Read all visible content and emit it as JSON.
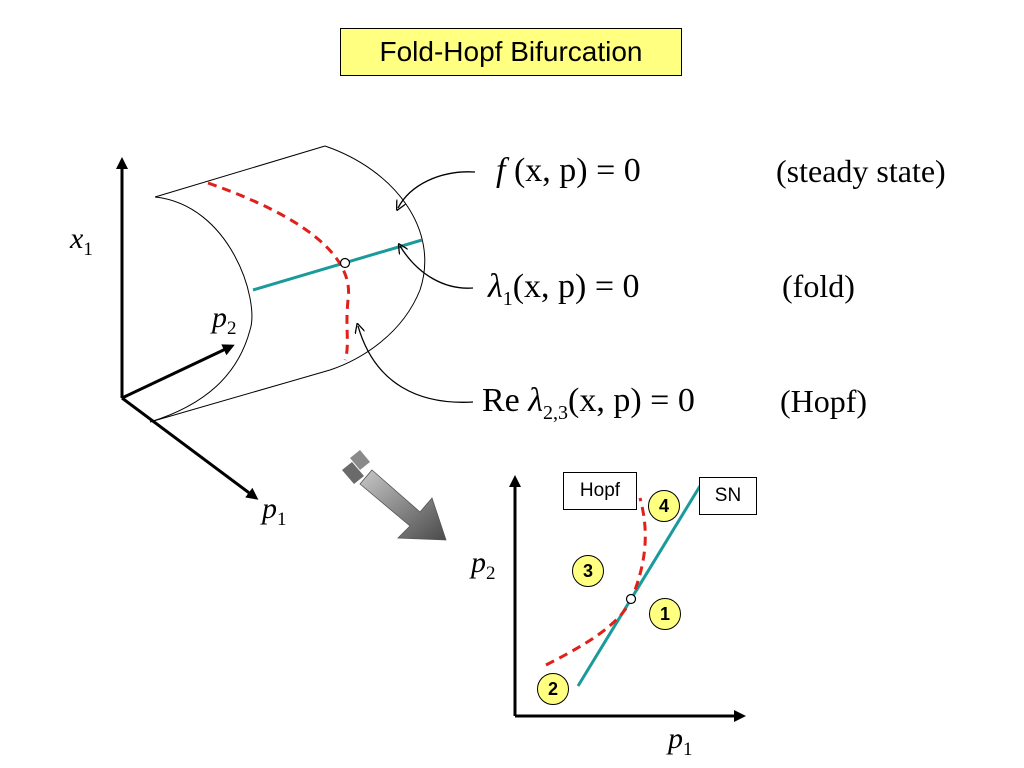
{
  "title": "Fold-Hopf Bifurcation",
  "surface_plot": {
    "axes": {
      "x1": {
        "var": "x",
        "sub": "1"
      },
      "p2": {
        "var": "p",
        "sub": "2"
      },
      "p1": {
        "var": "p",
        "sub": "1"
      }
    }
  },
  "equations": [
    {
      "lhs_pre": "",
      "symbol": "f",
      "sub": "",
      "args": "(x, p) = 0",
      "desc": "(steady state)"
    },
    {
      "lhs_pre": "",
      "symbol": "λ",
      "sub": "1",
      "args": "(x, p) = 0",
      "desc": "(fold)"
    },
    {
      "lhs_pre": "Re",
      "symbol": "λ",
      "sub": "2,3",
      "args": "(x, p) = 0",
      "desc": "(Hopf)"
    }
  ],
  "bifurcation_diagram": {
    "axes": {
      "p2": {
        "var": "p",
        "sub": "2"
      },
      "p1": {
        "var": "p",
        "sub": "1"
      }
    },
    "curve_labels": {
      "hopf": "Hopf",
      "sn": "SN"
    },
    "regions": [
      "1",
      "2",
      "3",
      "4"
    ]
  },
  "colors": {
    "title_bg": "#ffff80",
    "fold_line": "#1a9a9a",
    "hopf_curve": "#e0201a",
    "region_badge": "#ffff80",
    "arrow_gradient_dark": "#4a4a4a",
    "arrow_gradient_light": "#c8c8c8"
  }
}
